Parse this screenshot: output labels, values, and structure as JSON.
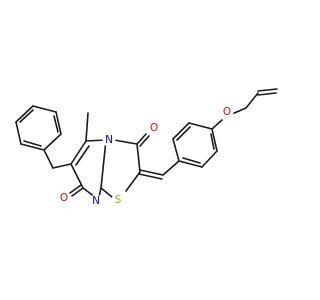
{
  "molecule": {
    "atoms": [
      {
        "id": "o-ether",
        "label": "O",
        "color": "#ff0000"
      },
      {
        "id": "o-carbonyl-top",
        "label": "O",
        "color": "#ff0000"
      },
      {
        "id": "n-ring",
        "label": "N",
        "color": "#0000ff"
      },
      {
        "id": "s-ring",
        "label": "S",
        "color": "#b8a000"
      },
      {
        "id": "n-imine",
        "label": "N",
        "color": "#0000ff"
      },
      {
        "id": "o-carbonyl-bottom",
        "label": "O",
        "color": "#ff0000"
      }
    ]
  }
}
